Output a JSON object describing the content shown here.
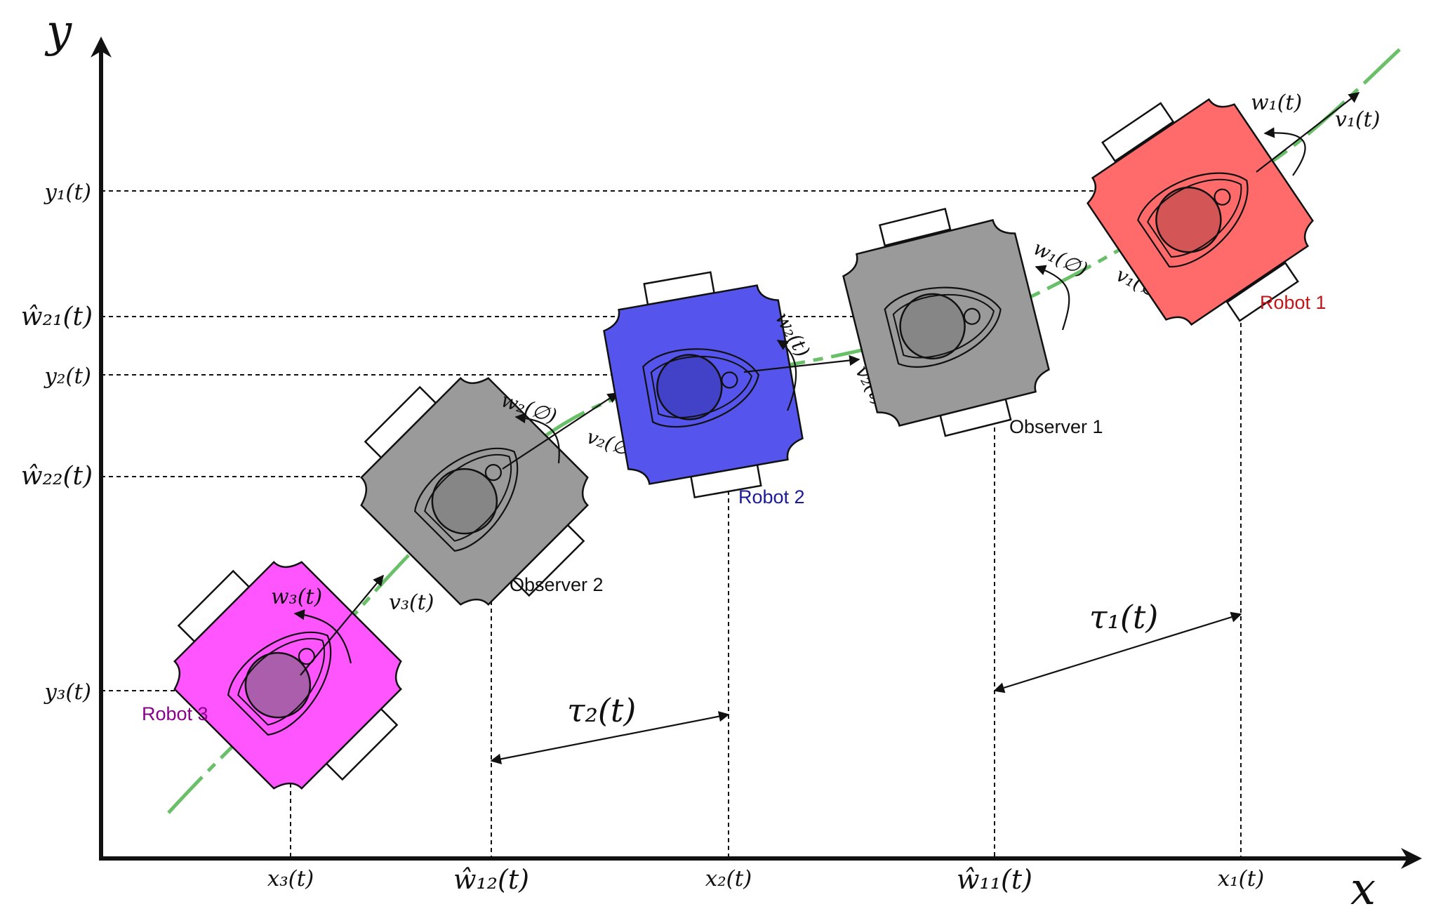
{
  "axes": {
    "x_label": "x",
    "y_label": "y",
    "x_ticks": [
      "x₃(t)",
      "ŵ₁₂(t)",
      "x₂(t)",
      "ŵ₁₁(t)",
      "x₁(t)"
    ],
    "y_ticks": [
      "y₁(t)",
      "ŵ₂₁(t)",
      "y₂(t)",
      "ŵ₂₂(t)",
      "y₃(t)"
    ]
  },
  "robots": [
    {
      "label": "Robot 1",
      "color": "#ff6b6b",
      "label_color": "#c0161a",
      "w": "w₁(t)",
      "v": "v₁(t)"
    },
    {
      "label": "Observer 1",
      "color": "#9a9a9a",
      "label_color": "#111111",
      "w": "w₁(∅)",
      "v": "v₁(∅)"
    },
    {
      "label": "Robot 2",
      "color": "#5555ee",
      "label_color": "#1a1a9a",
      "w": "w₂(t)",
      "v": "v₂(t)"
    },
    {
      "label": "Observer 2",
      "color": "#9a9a9a",
      "label_color": "#111111",
      "w": "w₂(∅)",
      "v": "v₂(∅)"
    },
    {
      "label": "Robot 3",
      "color": "#ff55ff",
      "label_color": "#8a008a",
      "w": "w₃(t)",
      "v": "v₃(t)"
    }
  ],
  "delays": {
    "tau1": "τ₁(t)",
    "tau2": "τ₂(t)"
  },
  "colors": {
    "trajectory": "#6abf69",
    "axis": "#111111"
  }
}
